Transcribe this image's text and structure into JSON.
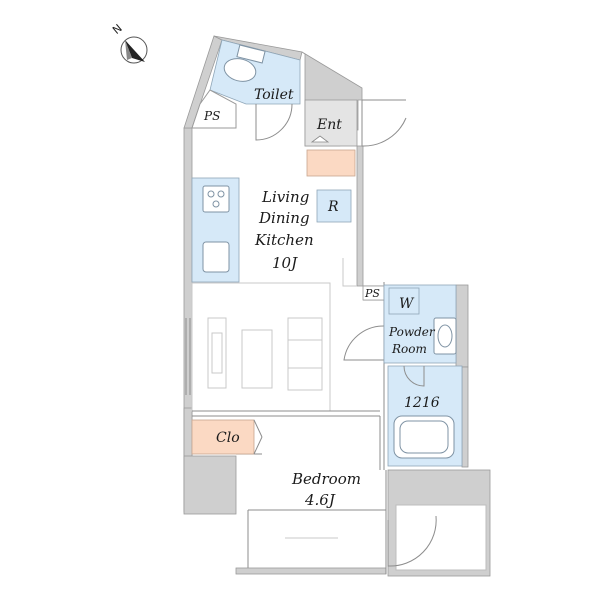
{
  "compass": {
    "north": "N"
  },
  "rooms": {
    "toilet": "Toilet",
    "ps_top": "PS",
    "entrance": "Ent",
    "ldk_line1": "Living",
    "ldk_line2": "Dining",
    "ldk_line3": "Kitchen",
    "ldk_size": "10J",
    "refrigerator": "R",
    "ps_mid": "PS",
    "washer": "W",
    "powder_line1": "Powder",
    "powder_line2": "Room",
    "bath": "1216",
    "closet": "Clo",
    "bedroom": "Bedroom",
    "bedroom_size": "4.6J"
  },
  "colors": {
    "wet_area": "#d6e9f8",
    "storage": "#fbd9c3",
    "wall": "#cfcfcf"
  }
}
